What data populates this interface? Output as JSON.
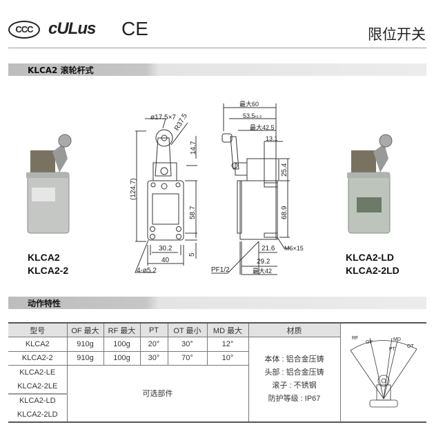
{
  "header": {
    "certifications": [
      "CCC",
      "cULus",
      "CE"
    ],
    "title": "限位开关"
  },
  "section1": {
    "title": "KLCA2  滚轮杆式"
  },
  "models_left": [
    "KLCA2",
    "KLCA2-2"
  ],
  "models_right": [
    "KLCA2-LD",
    "KLCA2-2LD"
  ],
  "drawing": {
    "front": {
      "roller": "ø17.5×7",
      "radius": "R37.5",
      "d1": "14.7",
      "total": "(124.7)",
      "d2": "58.7",
      "w1": "30.2",
      "w2": "40",
      "d3": "5",
      "holes": "4-ø5.2"
    },
    "side": {
      "max60": "最大60",
      "d535": "53.5",
      "tol": "±1.5",
      "max425": "最大42.5",
      "d131": "13.1",
      "d254": "25.4",
      "d689": "68.9",
      "d216": "21.6",
      "screw": "M6×15",
      "d292": "29.2",
      "thread": "PF1/2",
      "max42": "最大42"
    }
  },
  "section2": {
    "title": "动作特性"
  },
  "table": {
    "headers": [
      "型号",
      "OF 最大",
      "RF 最大",
      "PT",
      "OT 最小",
      "MD 最大",
      "材质"
    ],
    "rows": [
      [
        "KLCA2",
        "910g",
        "100g",
        "20°",
        "30°",
        "12°"
      ],
      [
        "KLCA2-2",
        "910g",
        "100g",
        "30°",
        "70°",
        "10°"
      ]
    ],
    "optional_models": [
      "KLCA2-LE",
      "KLCA2-2LE",
      "KLCA2-LD",
      "KLCA2-2LD"
    ],
    "optional_label": "可选部件",
    "material": [
      "本体 : 铝合金压铸",
      "头部 : 铝合金压铸",
      "滚子 : 不锈钢",
      "防护等级 : IP67"
    ],
    "diagram_labels": [
      "RF",
      "OF",
      "PT",
      "MD",
      "OT"
    ]
  }
}
